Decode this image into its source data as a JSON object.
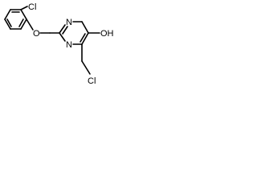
{
  "molecule": {
    "labels": {
      "chloro_aryl": "Cl",
      "ether_oxygen": "O",
      "ring_nitrogen_top": "N",
      "ring_nitrogen_bottom": "N",
      "hydroxyl": "OH",
      "chloro_methyl": "Cl"
    },
    "colors": {
      "bond": "#000000",
      "label": "#000000",
      "background": "#ffffff"
    }
  }
}
